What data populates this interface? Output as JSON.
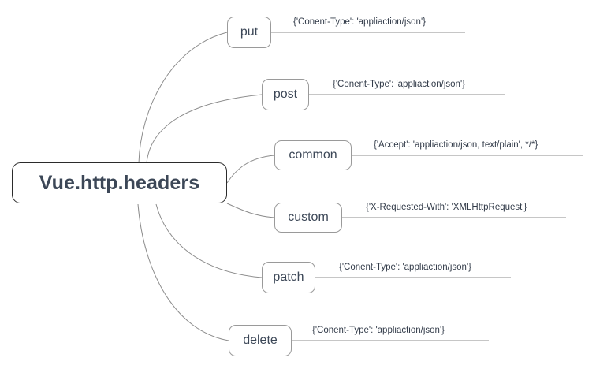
{
  "diagram": {
    "type": "mindmap",
    "root": {
      "label": "Vue.http.headers"
    },
    "branches": [
      {
        "name": "put",
        "label": "put",
        "annotation": "{'Conent-Type': 'appliaction/json'}"
      },
      {
        "name": "post",
        "label": "post",
        "annotation": "{'Conent-Type': 'appliaction/json'}"
      },
      {
        "name": "common",
        "label": "common",
        "annotation": "{'Accept': 'appliaction/json, text/plain', */*}"
      },
      {
        "name": "custom",
        "label": "custom",
        "annotation": "{'X-Requested-With': 'XMLHttpRequest'}"
      },
      {
        "name": "patch",
        "label": "patch",
        "annotation": "{'Conent-Type': 'appliaction/json'}"
      },
      {
        "name": "delete",
        "label": "delete",
        "annotation": "{'Conent-Type': 'appliaction/json'}"
      }
    ],
    "colors": {
      "root_border": "#2b2b2b",
      "node_border": "#9a9a9a",
      "connector": "#8d8d8d",
      "text": "#3c4757",
      "background": "#ffffff"
    }
  }
}
